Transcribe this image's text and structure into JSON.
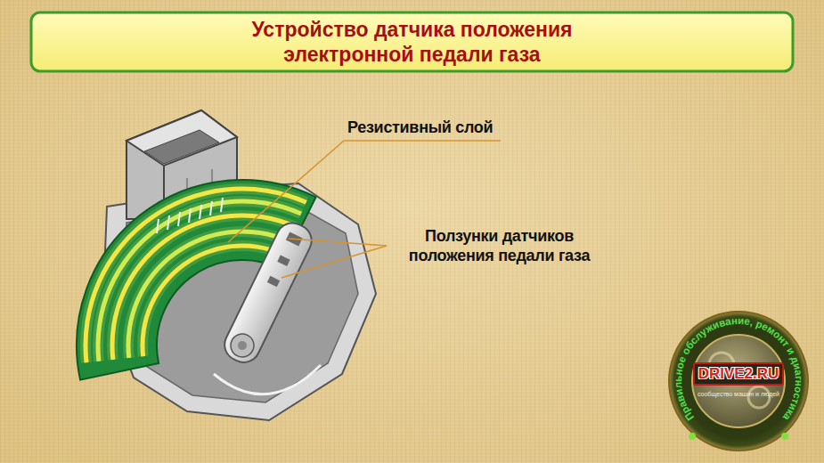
{
  "diagram": {
    "title": "Устройство датчика положения электронной педали газа",
    "labels": [
      "Резистивный слой",
      "Ползунки датчиков положения педали газа",
      "DRIVE2.RU",
      "сообщество машин и людей",
      "Правильное обслуживание, ремонт и диагностика"
    ]
  }
}
